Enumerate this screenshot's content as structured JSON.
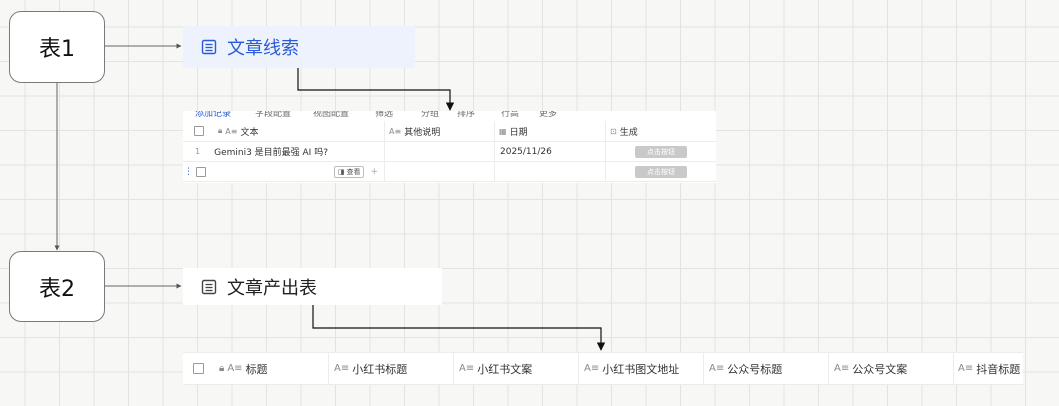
{
  "nodes": {
    "table1": "表1",
    "table2": "表2"
  },
  "table1": {
    "name": "文章线索",
    "toolbar_items": [
      "添加记录",
      "字段配置",
      "视图配置",
      "筛选",
      "分组",
      "排序",
      "行高",
      "更多"
    ],
    "columns": [
      {
        "icon": "Aa",
        "label": "文本",
        "locked": true
      },
      {
        "icon": "Aa",
        "label": "其他说明"
      },
      {
        "icon": "cal",
        "label": "日期"
      },
      {
        "icon": "btn",
        "label": "生成"
      }
    ],
    "rows": [
      {
        "index": "1",
        "text": "Gemini3 是目前最强 AI 吗?",
        "note": "",
        "date": "2025/11/26",
        "button": "点击按钮"
      }
    ],
    "new_row": {
      "view_label": "查看",
      "add_symbol": "+",
      "button": "点击按钮"
    }
  },
  "table2": {
    "name": "文章产出表",
    "columns": [
      {
        "label": "标题",
        "locked": true
      },
      {
        "label": "小红书标题"
      },
      {
        "label": "小红书文案"
      },
      {
        "label": "小红书图文地址"
      },
      {
        "label": "公众号标题"
      },
      {
        "label": "公众号文案"
      },
      {
        "label": "抖音标题"
      }
    ]
  },
  "colors": {
    "accent": "#2a5bd7",
    "card_highlight": "#edf2fd",
    "connector": "#555555"
  }
}
